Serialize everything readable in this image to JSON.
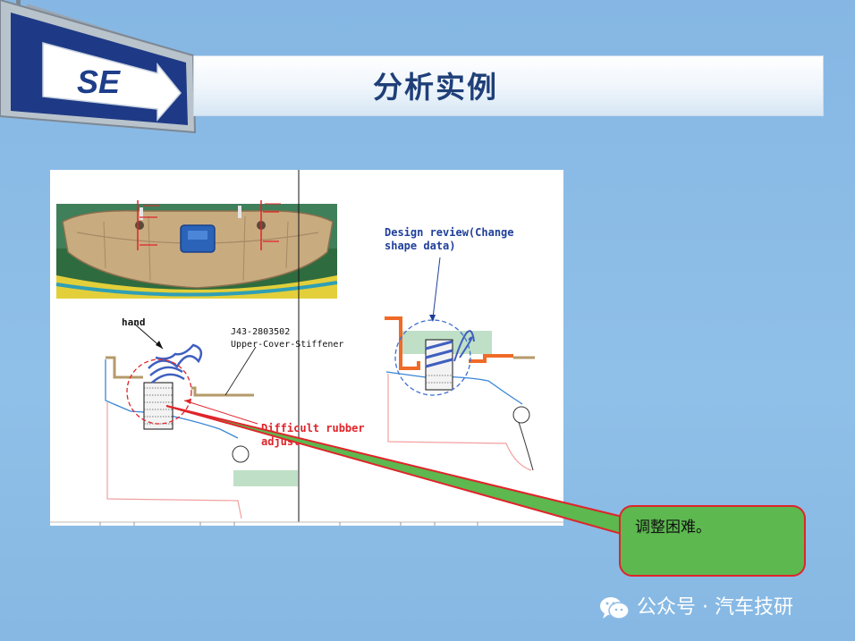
{
  "header": {
    "sign_text": "SE",
    "title": "分析实例"
  },
  "figure": {
    "left_labels": {
      "hand": "hand",
      "part_number": "J43-2803502",
      "part_name": "Upper-Cover-Stiffener",
      "issue_line1": "Difficult rubber",
      "issue_line2": "adjust"
    },
    "right_labels": {
      "review_line1": "Design review(Change",
      "review_line2": "shape data)"
    }
  },
  "callout": {
    "text": "调整困难。",
    "fill_color": "#5cb84f",
    "border_color": "#e0242a"
  },
  "watermark": {
    "text": "公众号 · 汽车技研"
  },
  "colors": {
    "background": "#8fbde6",
    "title_text": "#1f3f78",
    "sign_face": "#1e3a86",
    "red_annotation": "#e0242a",
    "blue_annotation": "#1f3f9a",
    "orange_revision": "#f06a28"
  }
}
